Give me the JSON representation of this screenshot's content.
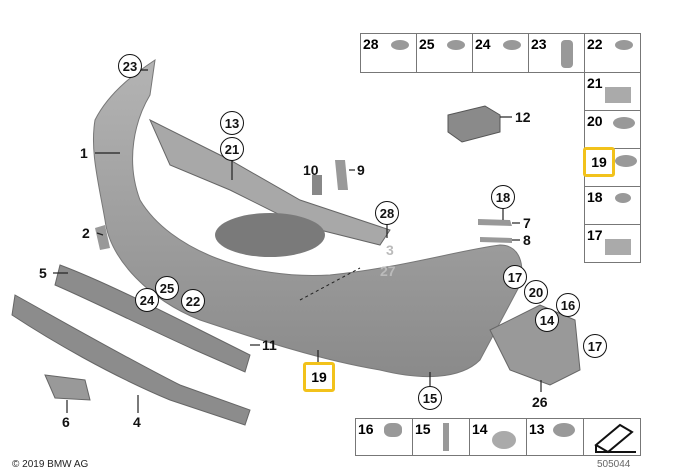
{
  "diagram": {
    "callouts_circled": [
      "23",
      "13",
      "21",
      "28",
      "18",
      "17",
      "20",
      "16",
      "14",
      "17",
      "25",
      "24",
      "22",
      "15"
    ],
    "callout_highlighted": "19",
    "labels_plain": [
      "1",
      "2",
      "5",
      "6",
      "4",
      "11",
      "10",
      "9",
      "3",
      "27",
      "7",
      "8",
      "12",
      "26"
    ],
    "highlight_color": "#f2c21b",
    "part_color": "#9a9a9a"
  },
  "fastener_table_top": [
    "28",
    "25",
    "24",
    "23",
    "22"
  ],
  "fastener_table_right": [
    "21",
    "20",
    "19",
    "18",
    "17"
  ],
  "fastener_table_bottom": [
    "16",
    "15",
    "14",
    "13"
  ],
  "footer": {
    "copyright": "© 2019 BMW AG",
    "diagram_number": "505044"
  }
}
